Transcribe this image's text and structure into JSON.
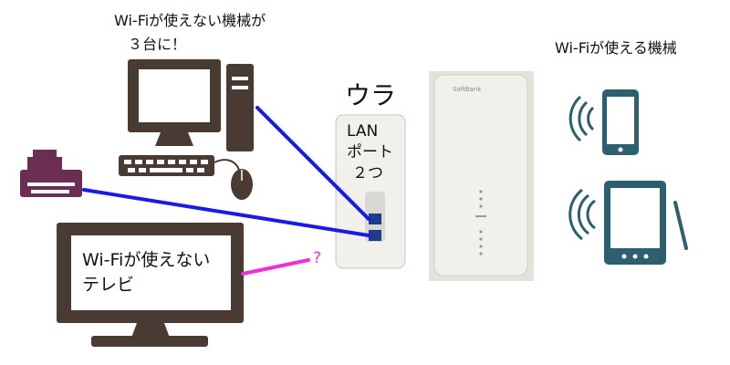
{
  "labels": {
    "no_wifi_devices_line1": "Wi-Fiが使えない機械が",
    "no_wifi_devices_line2": "３台に！",
    "back_side": "ウラ",
    "lan_port_line1": "LAN",
    "lan_port_line2": "ポート",
    "lan_port_line3": "２つ",
    "wifi_devices": "Wi-Fiが使える機械",
    "tv_line1": "Wi-Fiが使えない",
    "tv_line2": "テレビ",
    "question_mark": "?",
    "router_brand": "SoftBank"
  },
  "icons": {
    "desktop": "desktop-computer-icon",
    "printer": "printer-icon",
    "tv": "television-icon",
    "smartphone": "smartphone-icon",
    "tablet": "tablet-icon"
  },
  "colors": {
    "device_brown": "#4a3a34",
    "printer_purple": "#6b2e52",
    "mobile_teal": "#2e5f6e",
    "cable_blue": "#1a1ae6",
    "wireless_link_magenta": "#ee2fd4",
    "router_white": "#f1f0ea"
  }
}
